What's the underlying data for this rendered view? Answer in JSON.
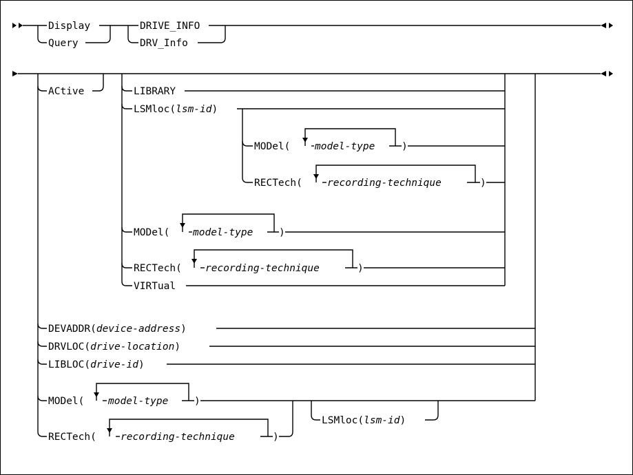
{
  "syntax": {
    "cmd_display": "Display",
    "cmd_query": "Query",
    "kw_drive_info": "DRIVE_INFO",
    "kw_drv_info": "DRV_Info",
    "kw_active": "ACtive",
    "kw_library": "LIBRARY",
    "kw_lsmloc": "LSMloc(",
    "var_lsm_id": "lsm-id",
    "close_paren": ")",
    "kw_model": "MODel(",
    "var_model_type": "model-type",
    "kw_rectech": "RECTech(",
    "var_recording_technique": "recording-technique",
    "kw_virtual": "VIRTual",
    "kw_devaddr": "DEVADDR(",
    "var_device_address": "device-address",
    "kw_drvloc": "DRVLOC(",
    "var_drive_location": "drive-location",
    "kw_libloc": "LIBLOC(",
    "var_drive_id": "drive-id"
  }
}
